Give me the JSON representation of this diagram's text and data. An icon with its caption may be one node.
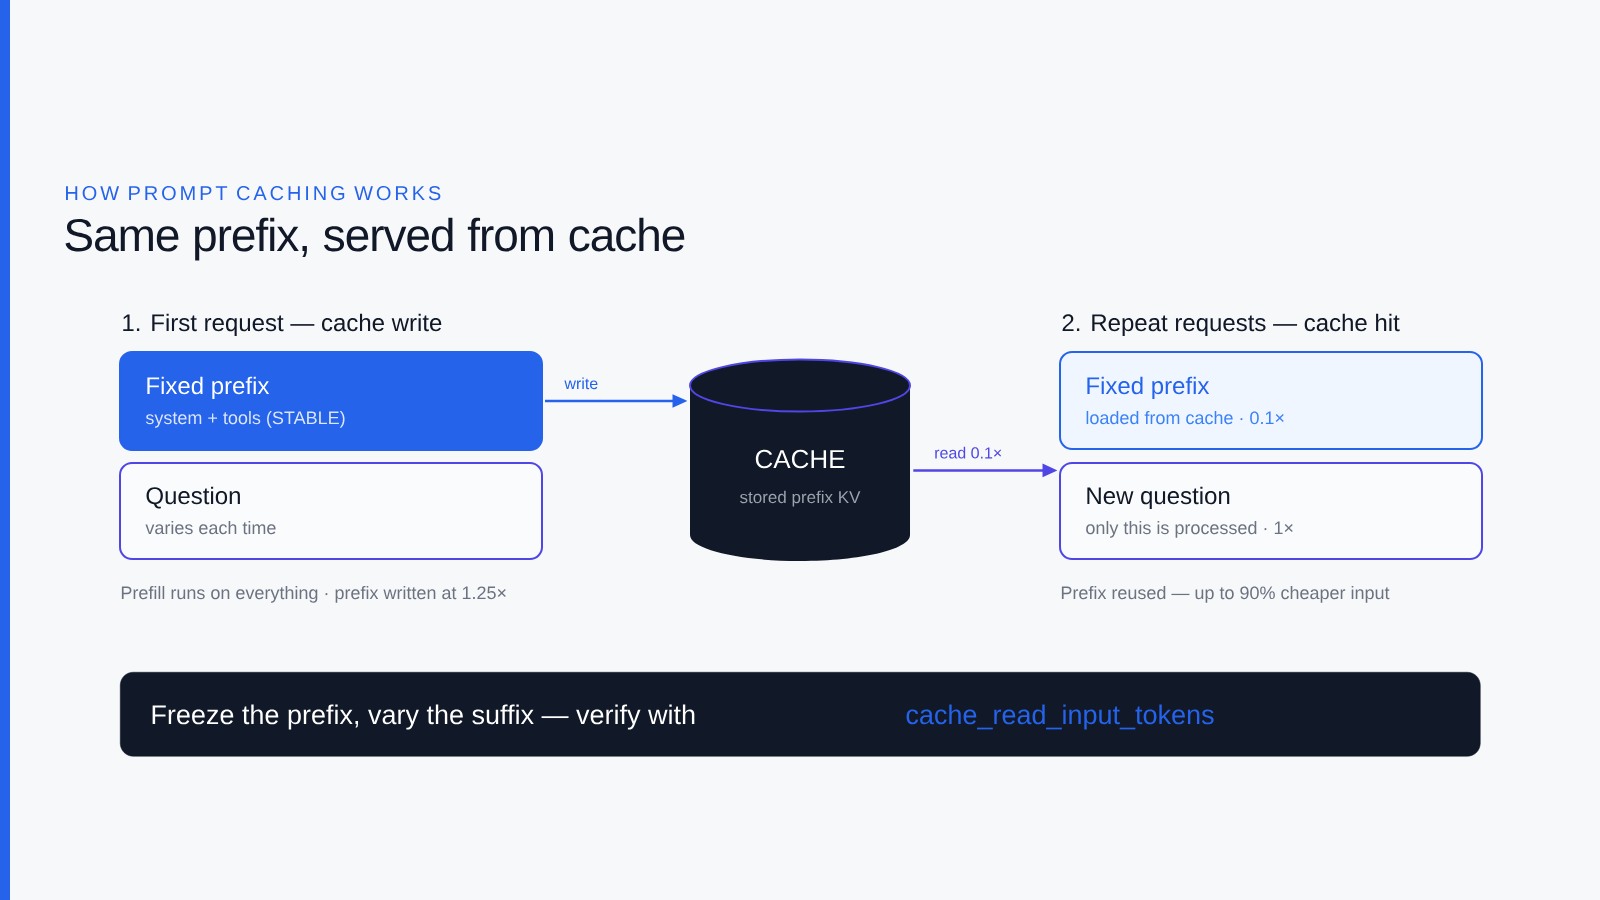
{
  "diagram": {
    "title": "Same prefix, served from cache",
    "nodes": [
      {
        "text": [
          "Fixed prefix",
          "system + tools (STABLE)"
        ]
      },
      {
        "text": [
          "Question",
          "varies each time"
        ]
      },
      {
        "text": [
          "CACHE",
          "stored prefix KV"
        ]
      },
      {
        "text": [
          "Fixed prefix",
          "loaded from cache · 0.1×"
        ]
      },
      {
        "text": [
          "New question",
          "only this is processed · 1×"
        ]
      },
      {
        "text": [
          "Freeze the prefix, vary the suffix — verify with",
          "cache_read_input_tokens"
        ]
      }
    ],
    "edges": [
      {
        "from": 0,
        "to": 2,
        "arrow": "to",
        "label": "write",
        "color": "#2563eb"
      },
      {
        "from": 2,
        "to": 4,
        "arrow": "to",
        "label": "read 0.1×",
        "color": "#4f46e5"
      }
    ],
    "labels": [
      "HOW PROMPT CACHING WORKS",
      "1. First request — cache write",
      "2. Repeat requests — cache hit",
      "Prefill runs on everything · prefix written at 1.25×",
      "Prefix reused — up to 90% cheaper input"
    ]
  }
}
